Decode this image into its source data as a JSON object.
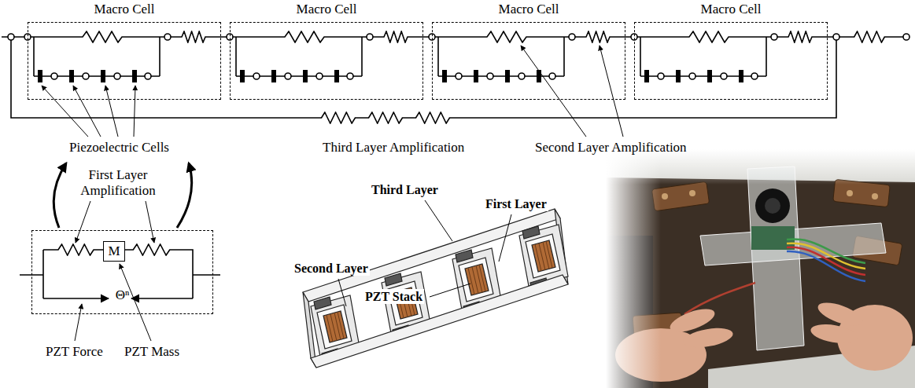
{
  "diagram": {
    "nodes": [
      {
        "text": [
          "Macro Cell"
        ]
      },
      {
        "text": [
          "Macro Cell"
        ]
      },
      {
        "text": [
          "Macro Cell"
        ]
      },
      {
        "text": [
          "Macro Cell"
        ]
      },
      {
        "text": [
          "Θⁿ"
        ]
      },
      {
        "text": [
          "M"
        ],
        "in": 4
      }
    ],
    "labels": [
      "Piezoelectric Cells",
      "Third Layer Amplification",
      "Second Layer Amplification",
      "First Layer Amplification",
      "PZT Force",
      "PZT Mass",
      "Third Layer",
      "First Layer",
      "Second Layer",
      "PZT Stack"
    ]
  }
}
